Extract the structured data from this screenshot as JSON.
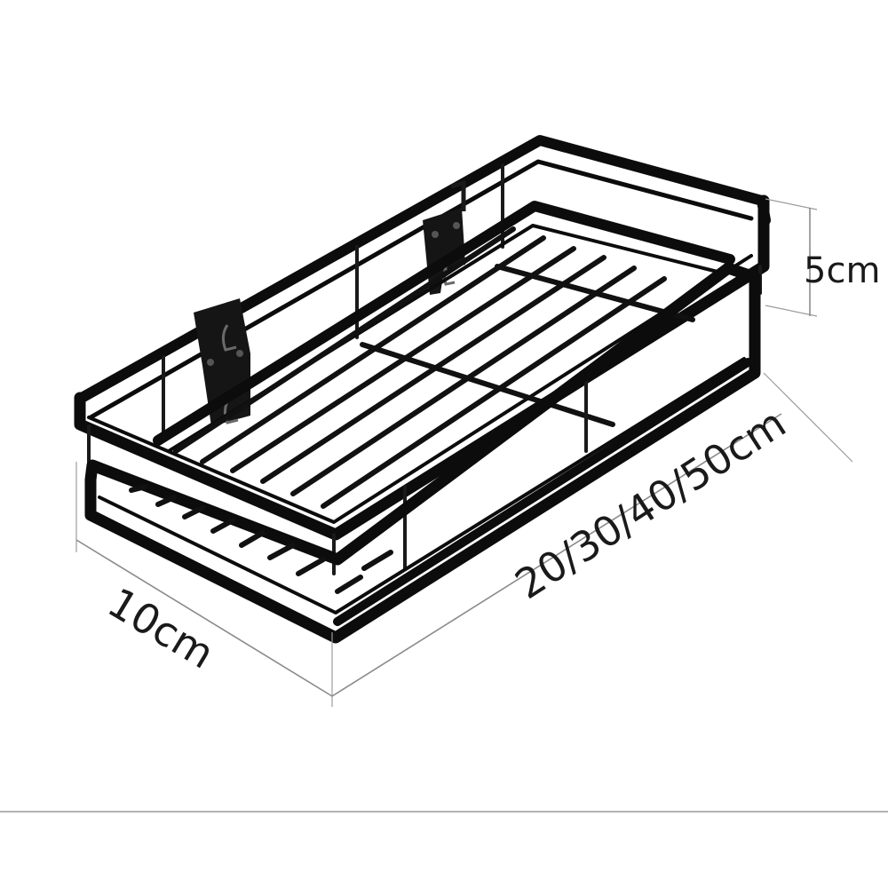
{
  "product": {
    "name": "Wall-mounted metal storage rack"
  },
  "dimensions": {
    "height_label": "5cm",
    "width_label": "10cm",
    "length_label": "20/30/40/50cm"
  },
  "colors": {
    "frame": "#0c0c0c",
    "dimension_lines": "#8a8a8a",
    "text": "#1a1a1a",
    "background": "#ffffff",
    "baseline": "#9a9a9a"
  }
}
